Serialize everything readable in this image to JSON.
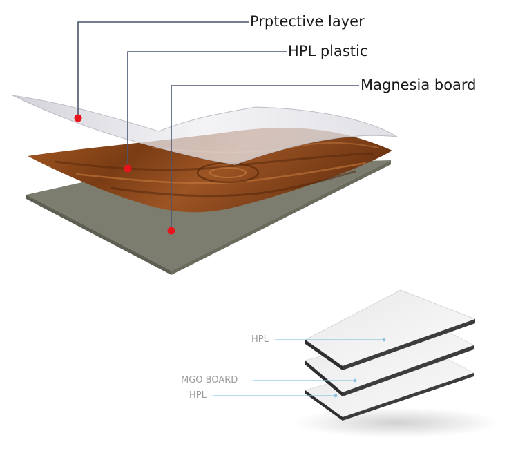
{
  "top_diagram": {
    "callouts": [
      {
        "label": "Prptective layer"
      },
      {
        "label": "HPL plastic"
      },
      {
        "label": "Magnesia board"
      }
    ],
    "colors": {
      "leader_line": "#4a5570",
      "marker": "#e8141c",
      "protective_layer": "#e6e6ea",
      "wood": "#8a4a1c",
      "board": "#7a7a6c"
    }
  },
  "bottom_diagram": {
    "labels": [
      {
        "label": "HPL"
      },
      {
        "label": "MGO BOARD"
      },
      {
        "label": "HPL"
      }
    ],
    "colors": {
      "leader_line": "#8ec3e0",
      "sheet": "#f2f2f2",
      "sheet_edge": "#3a3a3a"
    }
  }
}
